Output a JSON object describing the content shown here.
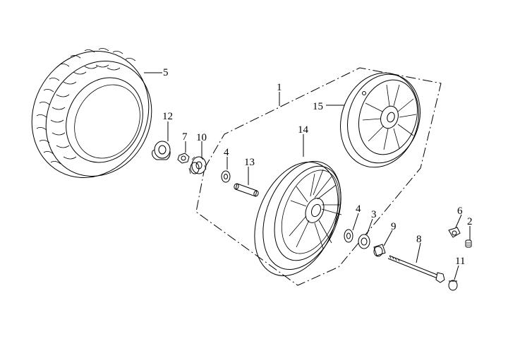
{
  "diagram": {
    "callouts": [
      {
        "id": "c1",
        "text": "1"
      },
      {
        "id": "c2",
        "text": "2"
      },
      {
        "id": "c3",
        "text": "3"
      },
      {
        "id": "c4a",
        "text": "4"
      },
      {
        "id": "c4b",
        "text": "4"
      },
      {
        "id": "c5",
        "text": "5"
      },
      {
        "id": "c6",
        "text": "6"
      },
      {
        "id": "c7",
        "text": "7"
      },
      {
        "id": "c8",
        "text": "8"
      },
      {
        "id": "c9",
        "text": "9"
      },
      {
        "id": "c10",
        "text": "10"
      },
      {
        "id": "c11",
        "text": "11"
      },
      {
        "id": "c12",
        "text": "12"
      },
      {
        "id": "c13",
        "text": "13"
      },
      {
        "id": "c14",
        "text": "14"
      },
      {
        "id": "c15",
        "text": "15"
      }
    ]
  }
}
